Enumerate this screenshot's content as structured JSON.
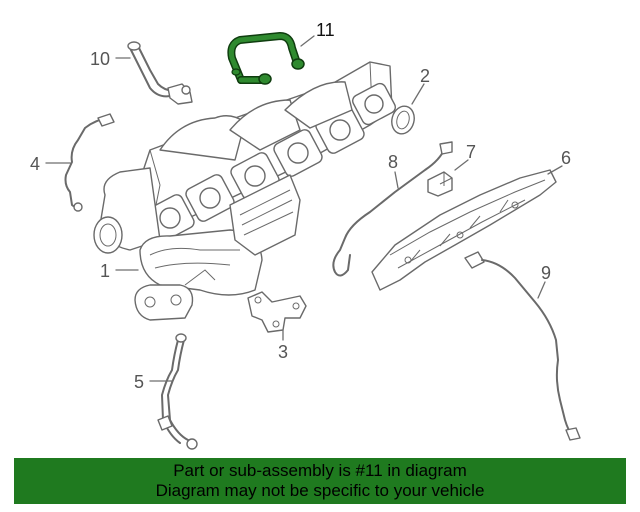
{
  "diagram": {
    "callouts": [
      "1",
      "2",
      "3",
      "4",
      "5",
      "6",
      "7",
      "8",
      "9",
      "10",
      "11"
    ],
    "highlighted_part": "11",
    "highlight_color": "#2f8a2f",
    "line_color": "#6e6e6e"
  },
  "banner": {
    "line1": "Part or sub-assembly is #11 in diagram",
    "line2": "Diagram may not be specific to your vehicle",
    "background": "#1f7a1f"
  }
}
